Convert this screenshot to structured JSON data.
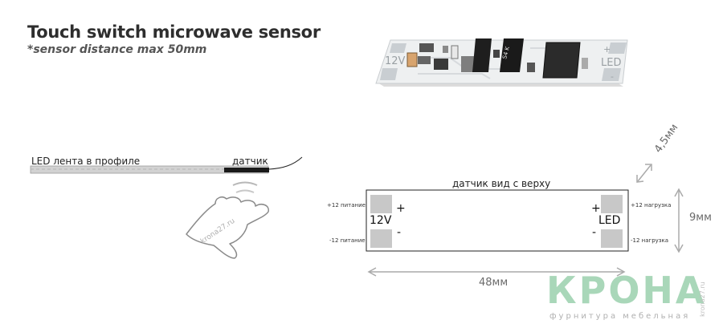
{
  "header": {
    "title": "Touch switch microwave sensor",
    "subtitle": "*sensor distance max 50mm"
  },
  "pcb": {
    "silk_12v": "12V",
    "silk_led": "LED",
    "silk_minus": "-",
    "silk_plus": "+",
    "chip_label": "S4 K"
  },
  "profile": {
    "strip_label": "LED лента в профиле",
    "sensor_label": "датчик",
    "watermark": "krona27.ru"
  },
  "topview": {
    "caption": "датчик вид с верху",
    "left_pad_top_note": "+12 питание",
    "left_pad_bottom_note": "-12 питание",
    "right_pad_top_note": "+12 нагрузка",
    "right_pad_bottom_note": "-12 нагрузка",
    "left_text": "12V",
    "right_text": "LED",
    "plus": "+",
    "minus": "-",
    "width_dim": "48мм",
    "height_dim": "9мм",
    "thickness_dim": "4,5мм"
  },
  "brand": {
    "name": "КРОНА",
    "tagline": "фурнитура мебельная",
    "site": "krona27.ru"
  },
  "colors": {
    "pcb": "#eef0f1",
    "pad_gray": "#c8c8c8",
    "arrow_gray": "#aaaaaa",
    "brand_green": "#a9d7b9",
    "brand_gray": "#bdbdbd"
  }
}
